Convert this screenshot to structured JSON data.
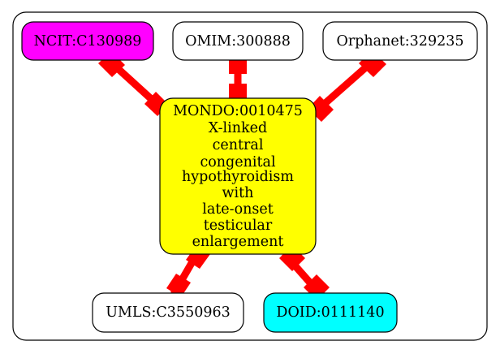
{
  "colors": {
    "background": "#ffffff",
    "cluster_border": "#000000",
    "edge": "#ff0000",
    "center_fill": "#ffff00",
    "ncit_fill": "#ff00ff",
    "doid_fill": "#00ffff",
    "default_fill": "#ffffff"
  },
  "center": {
    "id": "MONDO:0010475",
    "lines": [
      "MONDO:0010475",
      "X-linked",
      "central",
      "congenital",
      "hypothyroidism",
      "with",
      "late-onset",
      "testicular",
      "enlargement"
    ]
  },
  "nodes": {
    "ncit": {
      "label": "NCIT:C130989"
    },
    "omim": {
      "label": "OMIM:300888"
    },
    "orphanet": {
      "label": "Orphanet:329235"
    },
    "umls": {
      "label": "UMLS:C3550963"
    },
    "doid": {
      "label": "DOID:0111140"
    }
  },
  "edges": [
    {
      "from": "MONDO:0010475",
      "to": "NCIT:C130989"
    },
    {
      "from": "MONDO:0010475",
      "to": "OMIM:300888"
    },
    {
      "from": "MONDO:0010475",
      "to": "Orphanet:329235"
    },
    {
      "from": "MONDO:0010475",
      "to": "UMLS:C3550963"
    },
    {
      "from": "MONDO:0010475",
      "to": "DOID:0111140"
    }
  ]
}
